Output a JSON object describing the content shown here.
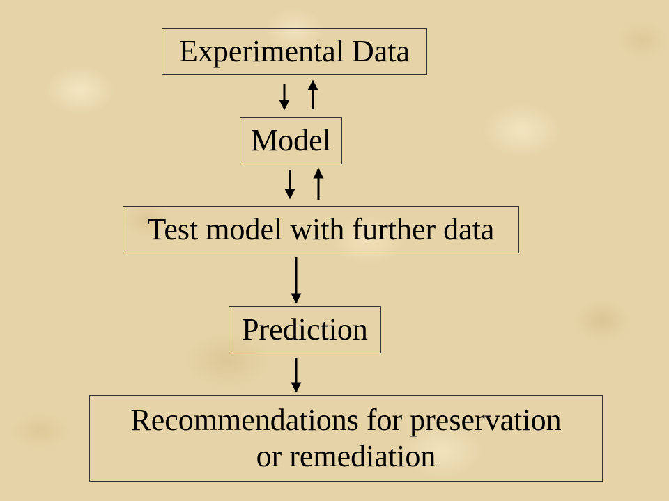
{
  "nodes": {
    "experimental_data": "Experimental Data",
    "model": "Model",
    "test_model": "Test model with further data",
    "prediction": "Prediction",
    "recommendations": {
      "line1": "Recommendations for preservation",
      "line2": "or remediation"
    }
  },
  "colors": {
    "background": "#e6d4a8",
    "stroke": "#000000"
  }
}
